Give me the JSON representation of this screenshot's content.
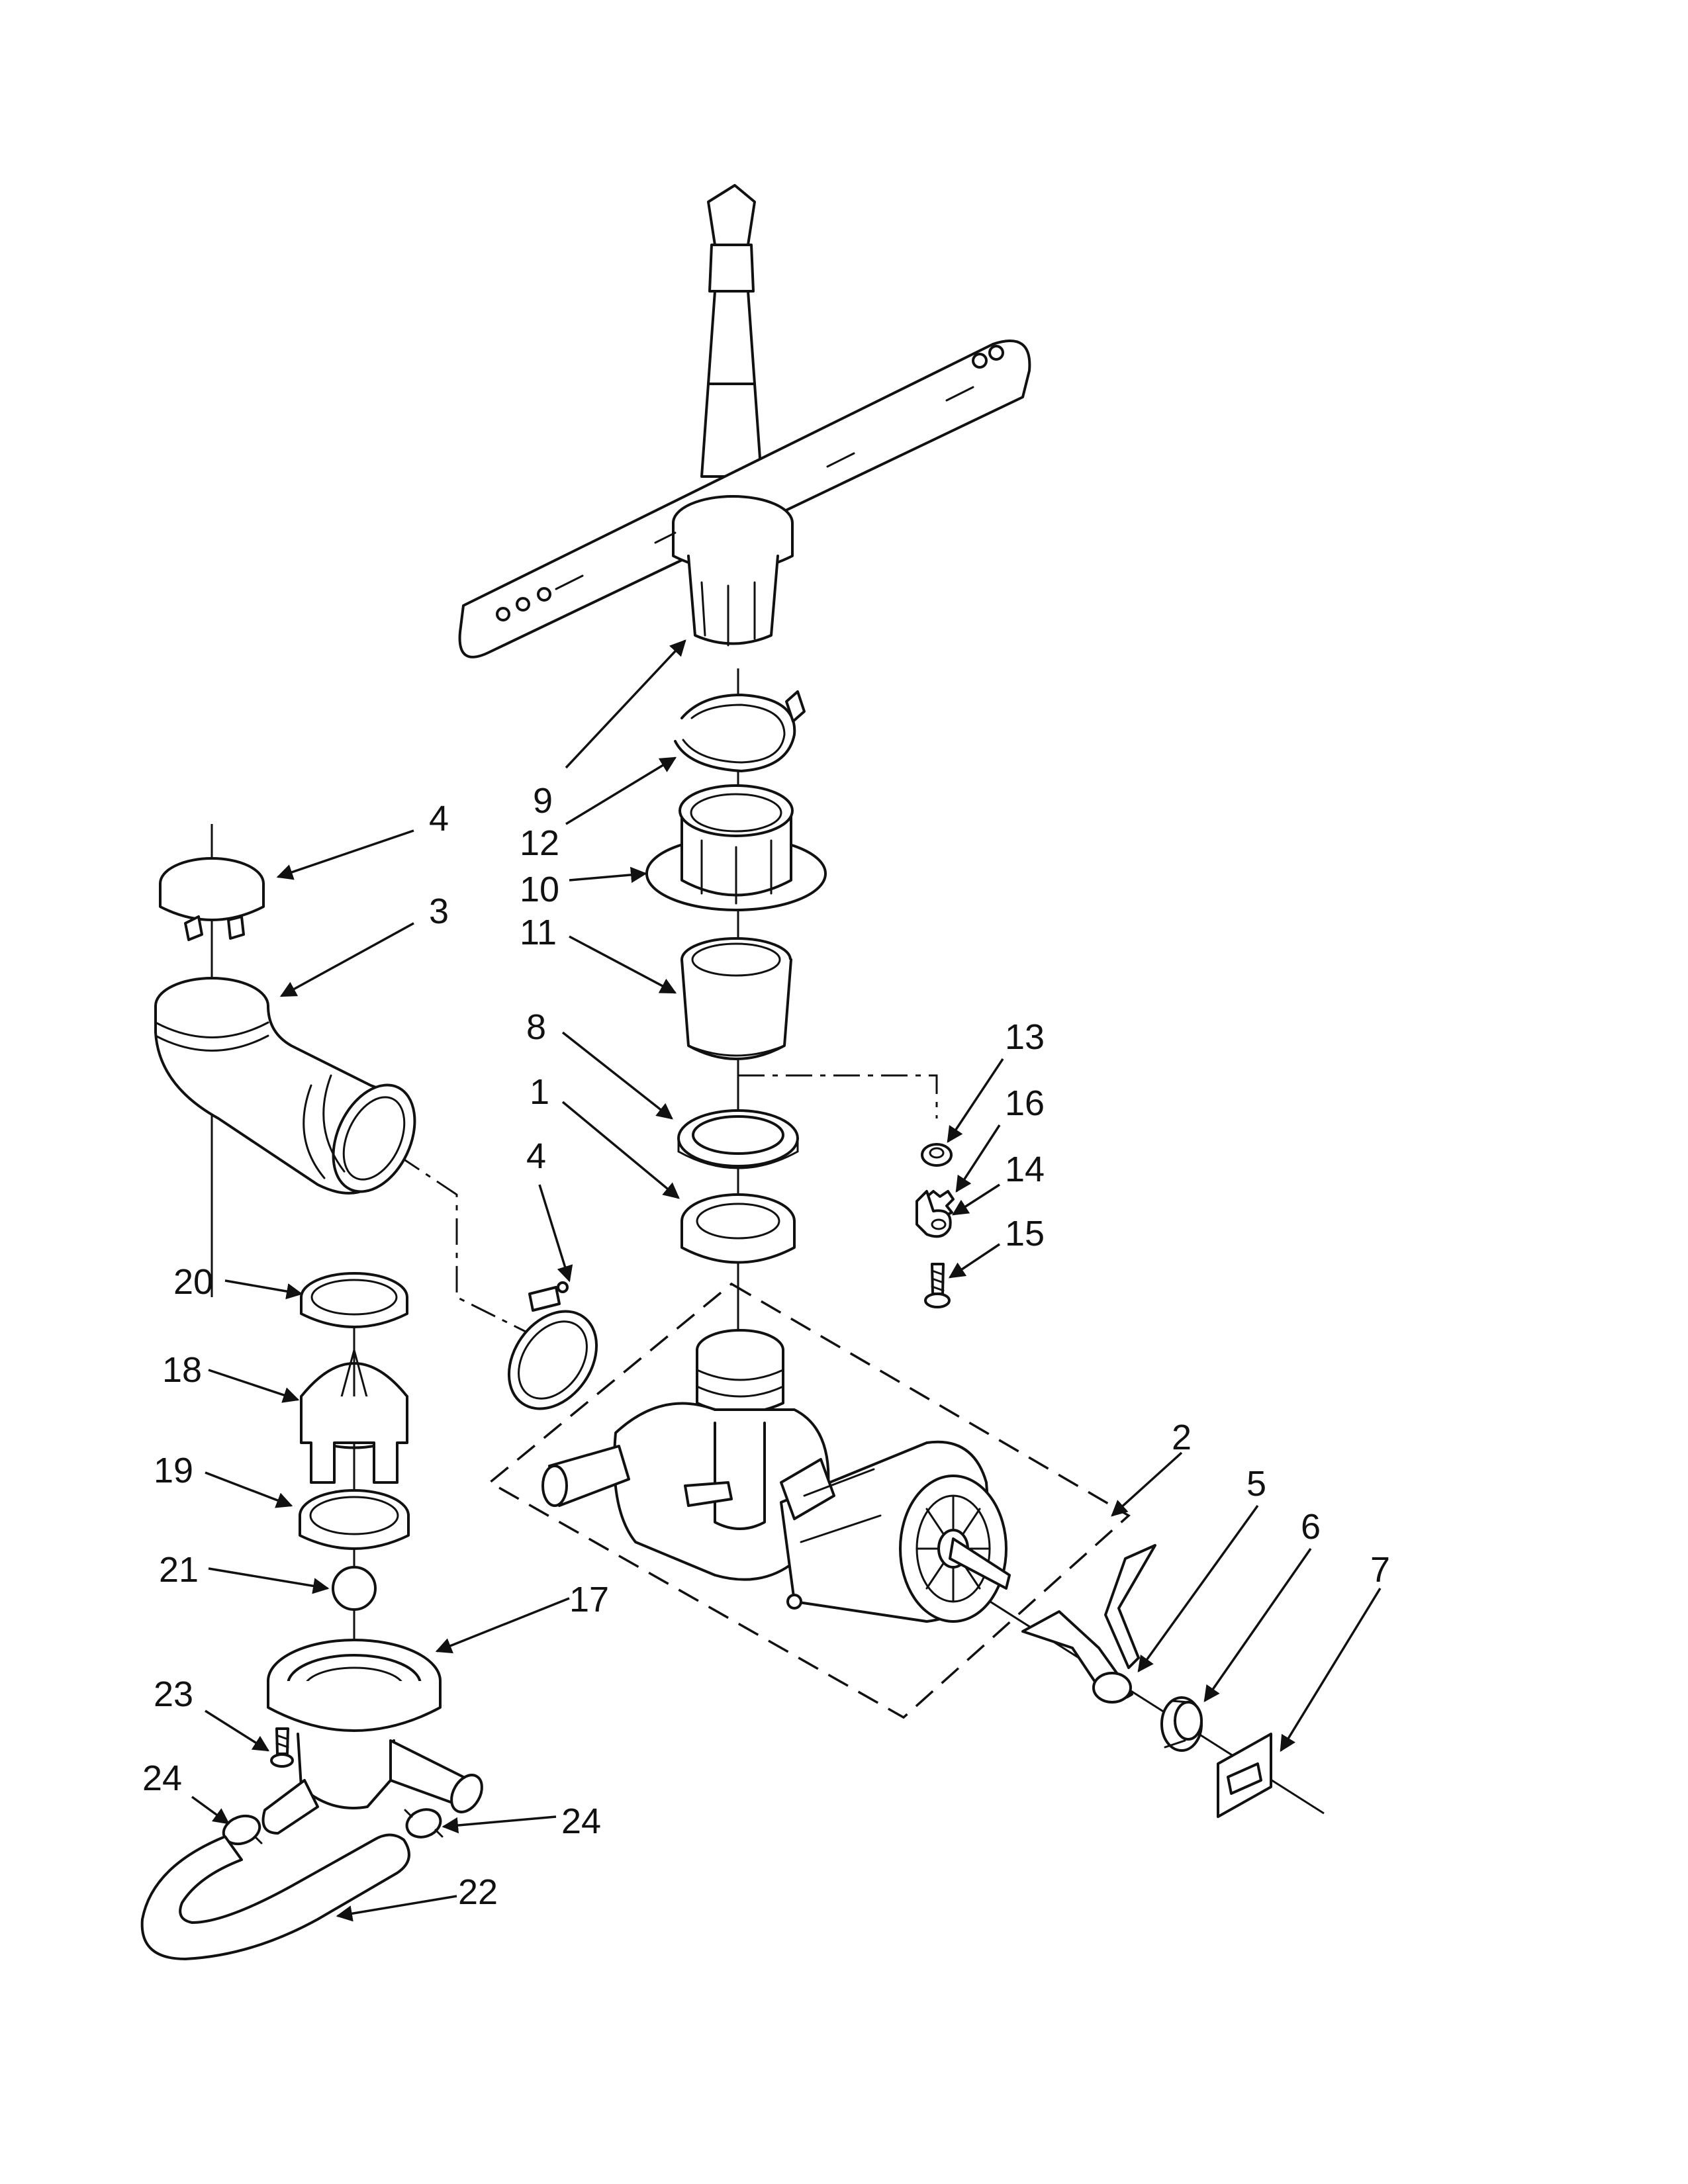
{
  "callouts": {
    "c1": "1",
    "c2": "2",
    "c3": "3",
    "c4a": "4",
    "c4b": "4",
    "c5": "5",
    "c6": "6",
    "c7": "7",
    "c8": "8",
    "c9": "9",
    "c10": "10",
    "c11": "11",
    "c12": "12",
    "c13": "13",
    "c14": "14",
    "c15": "15",
    "c16": "16",
    "c17": "17",
    "c18": "18",
    "c19": "19",
    "c20": "20",
    "c21": "21",
    "c22": "22",
    "c23": "23",
    "c24a": "24",
    "c24b": "24"
  },
  "colors": {
    "line": "#111111",
    "paper": "#ffffff"
  }
}
